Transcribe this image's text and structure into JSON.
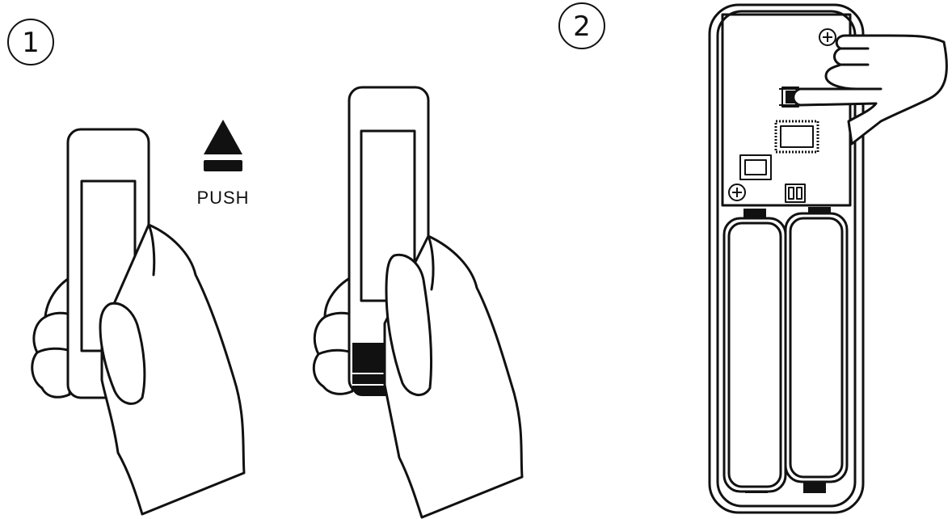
{
  "steps": [
    {
      "number": "1"
    },
    {
      "number": "2"
    }
  ],
  "push_label": "PUSH",
  "icons": {
    "eject": "eject-arrow-icon",
    "screw": "screw-icon"
  },
  "colors": {
    "ink": "#111111",
    "background": "#ffffff"
  }
}
